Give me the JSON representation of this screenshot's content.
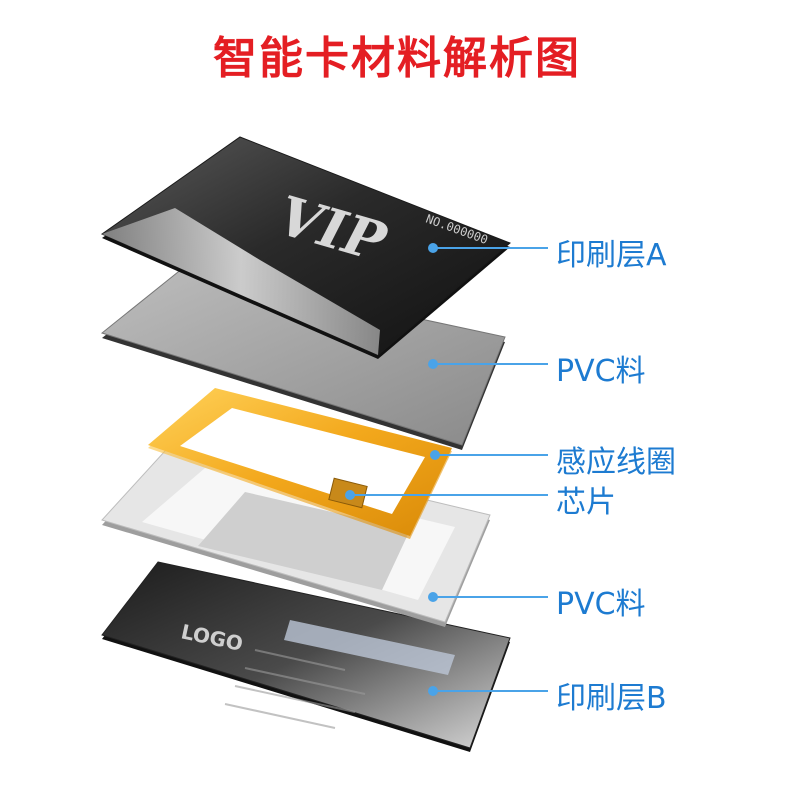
{
  "title": "智能卡材料解析图",
  "colors": {
    "title": "#e41e23",
    "label": "#1d7bd1",
    "leader_line": "#4aa3e8",
    "antenna": "#f3a81c",
    "pvc_gray": "#8f8f8f",
    "print_dark": "#2b2b2b"
  },
  "card_a": {
    "logo": "VIP",
    "number": "NO.000000"
  },
  "card_b": {
    "logo": "LOGO"
  },
  "labels": {
    "print_a": "印刷层A",
    "pvc_top": "PVC料",
    "coil": "感应线圈",
    "chip": "芯片",
    "pvc_bottom": "PVC料",
    "print_b": "印刷层B"
  }
}
